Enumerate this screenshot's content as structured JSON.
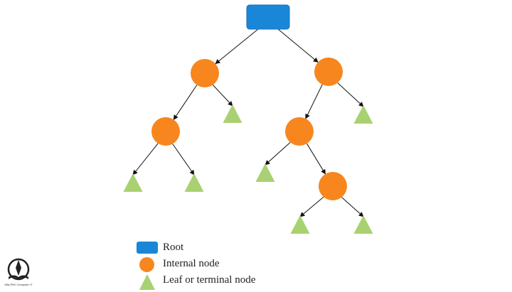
{
  "colors": {
    "root": "#1a86d8",
    "root_stroke": "#1570b8",
    "internal": "#f7861e",
    "leaf": "#a9d171",
    "edge": "#111111"
  },
  "legend": {
    "root_label": "Root",
    "internal_label": "Internal node",
    "leaf_label": "Leaf or terminal node"
  },
  "tree": {
    "nodes": [
      {
        "id": "root",
        "type": "root"
      },
      {
        "id": "n1",
        "type": "internal"
      },
      {
        "id": "n2",
        "type": "internal"
      },
      {
        "id": "n3",
        "type": "internal"
      },
      {
        "id": "n4",
        "type": "internal"
      },
      {
        "id": "n5",
        "type": "internal"
      },
      {
        "id": "l1",
        "type": "leaf"
      },
      {
        "id": "l2",
        "type": "leaf"
      },
      {
        "id": "l3",
        "type": "leaf"
      },
      {
        "id": "l4",
        "type": "leaf"
      },
      {
        "id": "l5",
        "type": "leaf"
      },
      {
        "id": "l6",
        "type": "leaf"
      },
      {
        "id": "l7",
        "type": "leaf"
      }
    ],
    "edges": [
      [
        "root",
        "n1"
      ],
      [
        "root",
        "n2"
      ],
      [
        "n1",
        "n3"
      ],
      [
        "n1",
        "l1"
      ],
      [
        "n3",
        "l2"
      ],
      [
        "n3",
        "l3"
      ],
      [
        "n2",
        "n4"
      ],
      [
        "n2",
        "l4"
      ],
      [
        "n4",
        "l5"
      ],
      [
        "n4",
        "n5"
      ],
      [
        "n5",
        "l6"
      ],
      [
        "n5",
        "l7"
      ]
    ]
  },
  "logo": {
    "icon": "book-pen-logo-icon",
    "text": "Mfa-PhD Computer IT"
  }
}
